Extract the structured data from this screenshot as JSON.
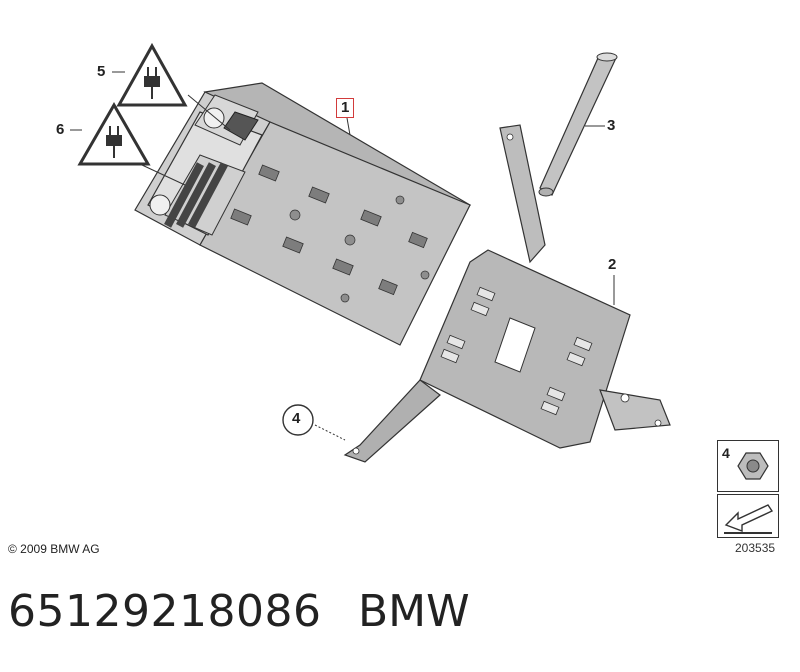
{
  "callouts": {
    "c1": "1",
    "c2": "2",
    "c3": "3",
    "c4": "4",
    "c5": "5",
    "c6": "6"
  },
  "legend": {
    "nut_number": "4",
    "nut_icon": "hex-nut-icon",
    "arrow_icon": "mounting-direction-icon"
  },
  "warning_icon": "electrical-plug-warning-icon",
  "copyright": "© 2009 BMW AG",
  "reference_number": "203535",
  "part_number": "65129218086",
  "brand": "BMW",
  "colors": {
    "outline": "#333333",
    "highlight_box": "#d23b3b",
    "metal_light": "#c8c8c8",
    "metal_dark": "#9a9a9a"
  }
}
